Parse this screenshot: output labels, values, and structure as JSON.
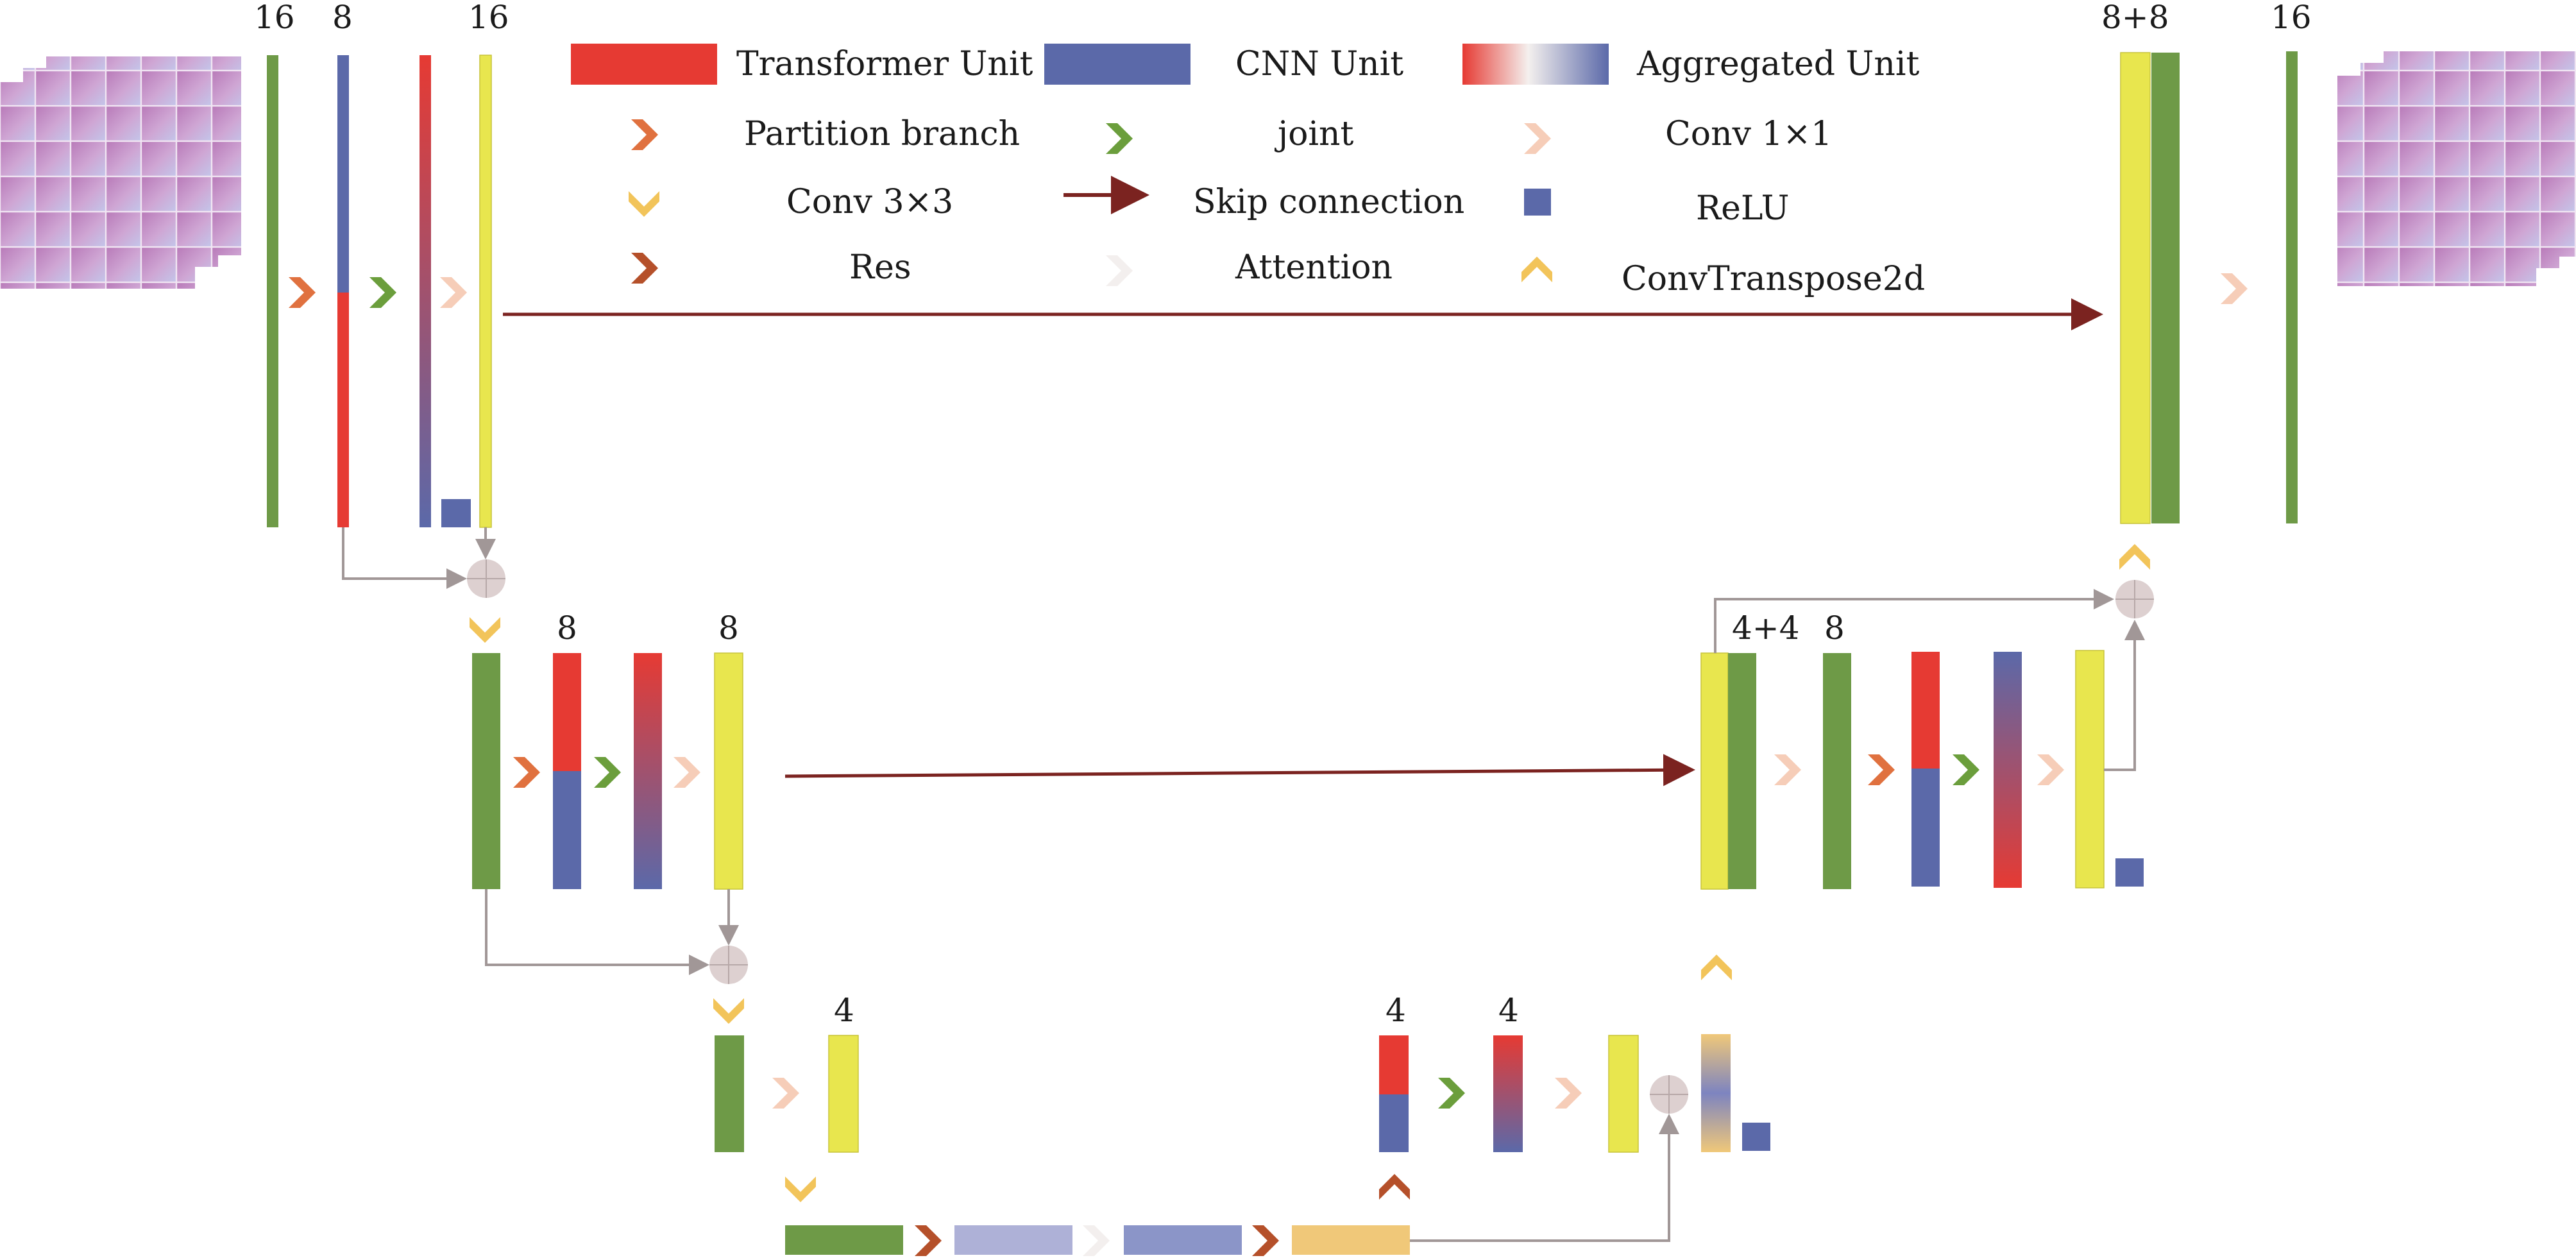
{
  "legend": {
    "transformer": "Transformer Unit",
    "cnn": "CNN Unit",
    "aggregated": "Aggregated Unit",
    "partition": "Partition branch",
    "joint": "joint",
    "conv1": "Conv 1×1",
    "conv3": "Conv 3×3",
    "skip": "Skip connection",
    "relu": "ReLU",
    "res": "Res",
    "attention": "Attention",
    "convT": "ConvTranspose2d"
  },
  "dims": {
    "e1_in": "16",
    "e1_split": "8",
    "e1_out": "16",
    "d1_cat": "8+8",
    "d1_out": "16",
    "e2_a": "8",
    "e2_b": "8",
    "d2_cat": "4+4",
    "d2_out": "8",
    "e3": "4",
    "b_a": "4",
    "b_b": "4"
  },
  "colors": {
    "transformer": "#e63a33",
    "cnn": "#5b69a9",
    "conv_green": "#6e9a47",
    "feature_yellow": "#e8e64e",
    "partition_arrow": "#e0713f",
    "joint_arrow": "#6b9e3c",
    "conv1_arrow": "#f6cdb8",
    "conv3_arrow": "#f2c45a",
    "res_arrow": "#b5502a",
    "skip_line": "#7b2320",
    "plus_circle": "#ddd0d0",
    "connector": "#a19797"
  },
  "icons": [
    "chevron-right-icon",
    "chevron-down-icon",
    "chevron-up-icon",
    "plus-circle-icon",
    "arrow-right-icon",
    "image-stack-icon"
  ]
}
